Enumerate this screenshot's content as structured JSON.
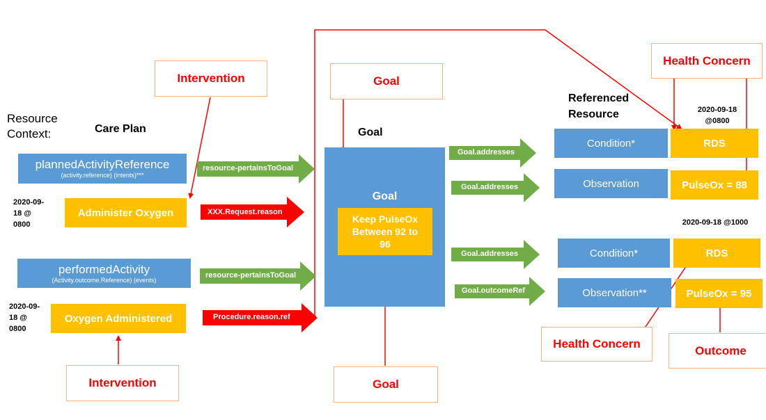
{
  "headings": {
    "resource_context": "Resource Context:",
    "care_plan": "Care Plan",
    "goal": "Goal",
    "referenced_resource": "Referenced Resource"
  },
  "callouts": {
    "intervention_top": "Intervention",
    "intervention_bottom": "Intervention",
    "goal_top": "Goal",
    "goal_bottom": "Goal",
    "health_concern_top": "Health Concern",
    "health_concern_bottom": "Health Concern",
    "outcome": "Outcome"
  },
  "care_plan": {
    "planned_title": "plannedActivityReference",
    "planned_sub": "(activity.reference) (intents)***",
    "planned_date": "2020-09-18 @ 0800",
    "administer": "Administer Oxygen",
    "performed_title": "performedActivity",
    "performed_sub": "(Activity.outcome.Reference) (events)",
    "performed_date": "2020-09-18 @ 0800",
    "administered": "Oxygen Administered"
  },
  "links_left": {
    "a1": "resource-pertainsToGoal",
    "a2": "XXX.Request.reason",
    "a3": "resource-pertainsToGoal",
    "a4": "Procedure.reason.ref"
  },
  "goal_box": {
    "title": "Goal",
    "target": "Keep PulseOx Between 92 to 96"
  },
  "links_right": {
    "b1": "Goal.addresses",
    "b2": "Goal.addresses",
    "b3": "Goal.addresses",
    "b4": "Goal.outcomeRef"
  },
  "referenced": {
    "date1": "2020-09-18 @0800",
    "condition1": "Condition*",
    "rds1": "RDS",
    "observation1": "Observation",
    "pulse1": "PulseOx = 88",
    "date2": "2020-09-18 @1000",
    "condition2": "Condition*",
    "rds2": "RDS",
    "observation2": "Observation**",
    "pulse2": "PulseOx = 95"
  },
  "colors": {
    "blue": "#5b9bd5",
    "yellow": "#ffc000",
    "green_arrow": "#70ad47",
    "red": "#ff0000",
    "callout_border": "#f4b183"
  }
}
